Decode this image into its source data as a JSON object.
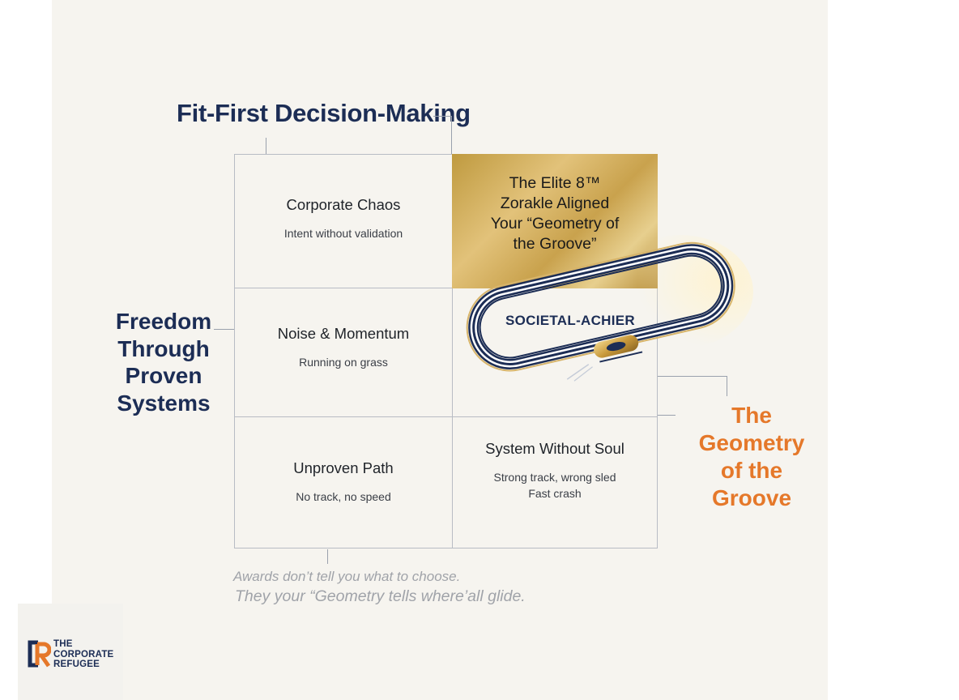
{
  "axes": {
    "top": "Fit-First Decision-Making",
    "left": [
      "Freedom",
      "Through",
      "Proven",
      "Systems"
    ],
    "right": [
      "The Geometry",
      "of the Groove"
    ]
  },
  "quadrants": {
    "top_left": {
      "title": "Corporate Chaos",
      "subtitle": "Intent without validation"
    },
    "top_right": {
      "lines": [
        "The Elite 8™",
        "Zorakle Aligned",
        "Your “Geometry of",
        "the Groove”"
      ]
    },
    "middle_left": {
      "title": "Noise & Momentum",
      "subtitle": "Running on grass"
    },
    "middle_right": {
      "label": "SOCIETAL-ACHIER"
    },
    "bottom_left": {
      "title": "Unproven Path",
      "subtitle": "No track, no speed"
    },
    "bottom_right": {
      "title": "System Without Soul",
      "subtitle_lines": [
        "Strong track, wrong sled",
        "Fast crash"
      ]
    }
  },
  "captions": [
    "Awards don’t tell you what to choose.",
    "They your “Geometry tells where’all glide."
  ],
  "logo": {
    "monogram": "CR",
    "lines": [
      "THE",
      "CORPORATE",
      "REFUGEE"
    ]
  },
  "colors": {
    "navy": "#1c2d55",
    "orange": "#e5782a",
    "gold": "#d4b062",
    "grid": "#b8bcc4"
  },
  "icons": [
    "bobsled-track-icon",
    "bobsled-icon",
    "logo-mark-icon"
  ]
}
